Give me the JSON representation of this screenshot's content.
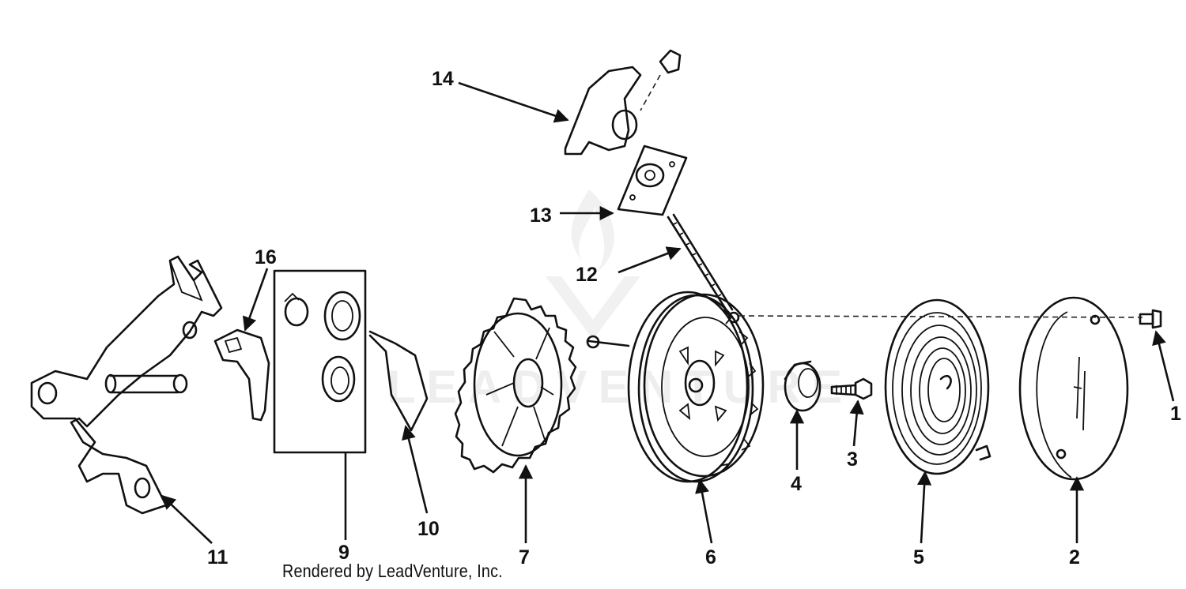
{
  "diagram": {
    "callouts": [
      "1",
      "2",
      "3",
      "4",
      "5",
      "6",
      "7",
      "9",
      "10",
      "11",
      "12",
      "13",
      "14",
      "16"
    ]
  },
  "credit": "Rendered by LeadVenture, Inc.",
  "watermark": "LEADVENTURE"
}
